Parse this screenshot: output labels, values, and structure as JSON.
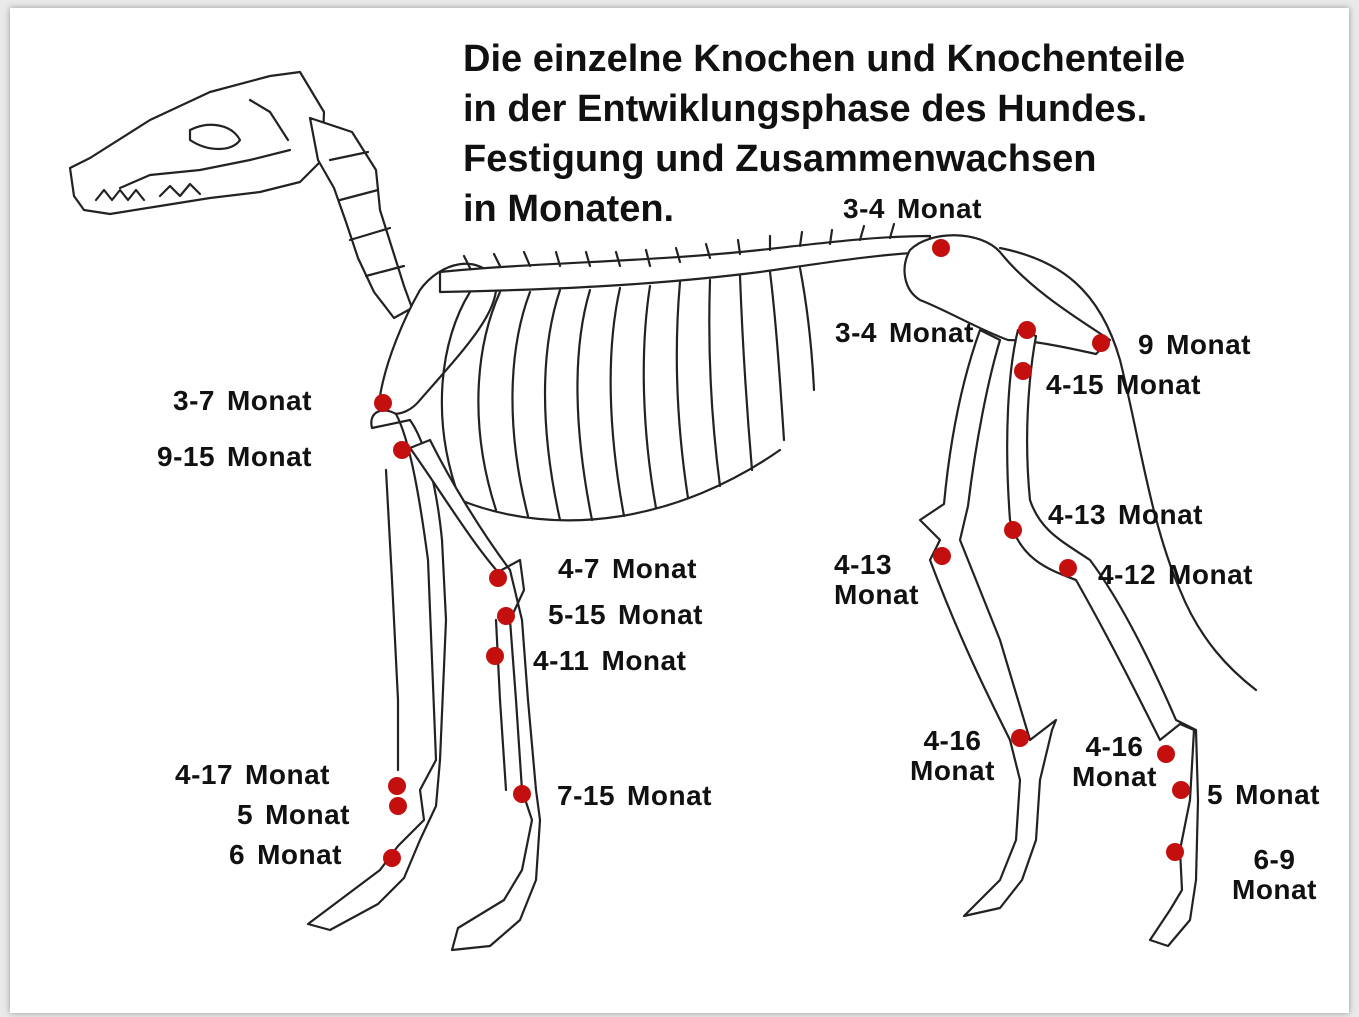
{
  "title_lines": [
    "Die einzelne Knochen und Knochenteile",
    "in der Entwiklungsphase des Hundes.",
    "Festigung und Zusammenwachsen",
    "in Monaten."
  ],
  "marker_color": "#c40f0f",
  "labels": {
    "pelvis_top": {
      "range": "3-4",
      "unit": "Monat"
    },
    "hip_joint": {
      "range": "3-4",
      "unit": "Monat"
    },
    "tail_base": {
      "range": "9",
      "unit": "Monat"
    },
    "femur_neck": {
      "range": "4-15",
      "unit": "Monat"
    },
    "shoulder": {
      "range": "3-7",
      "unit": "Monat"
    },
    "humerus_head": {
      "range": "9-15",
      "unit": "Monat"
    },
    "elbow": {
      "range": "4-7",
      "unit": "Monat"
    },
    "ulna_top": {
      "range": "5-15",
      "unit": "Monat"
    },
    "forearm_upper": {
      "range": "4-11",
      "unit": "Monat"
    },
    "wrist_front": {
      "range": "7-15",
      "unit": "Monat"
    },
    "carpus_1": {
      "range": "4-17",
      "unit": "Monat"
    },
    "carpus_2": {
      "range": "5",
      "unit": "Monat"
    },
    "carpus_3": {
      "range": "6",
      "unit": "Monat"
    },
    "knee_upper": {
      "range": "4-13",
      "unit": "Monat"
    },
    "knee_lower": {
      "range": "4-12",
      "unit": "Monat"
    },
    "tibia_left": {
      "range": "4-13",
      "unit": "Monat"
    },
    "hock_left": {
      "range": "4-16",
      "unit": "Monat"
    },
    "hock_right": {
      "range": "4-16",
      "unit": "Monat"
    },
    "tarsus": {
      "range": "5",
      "unit": "Monat"
    },
    "metatarsus": {
      "range": "6-9",
      "unit": "Monat"
    }
  }
}
